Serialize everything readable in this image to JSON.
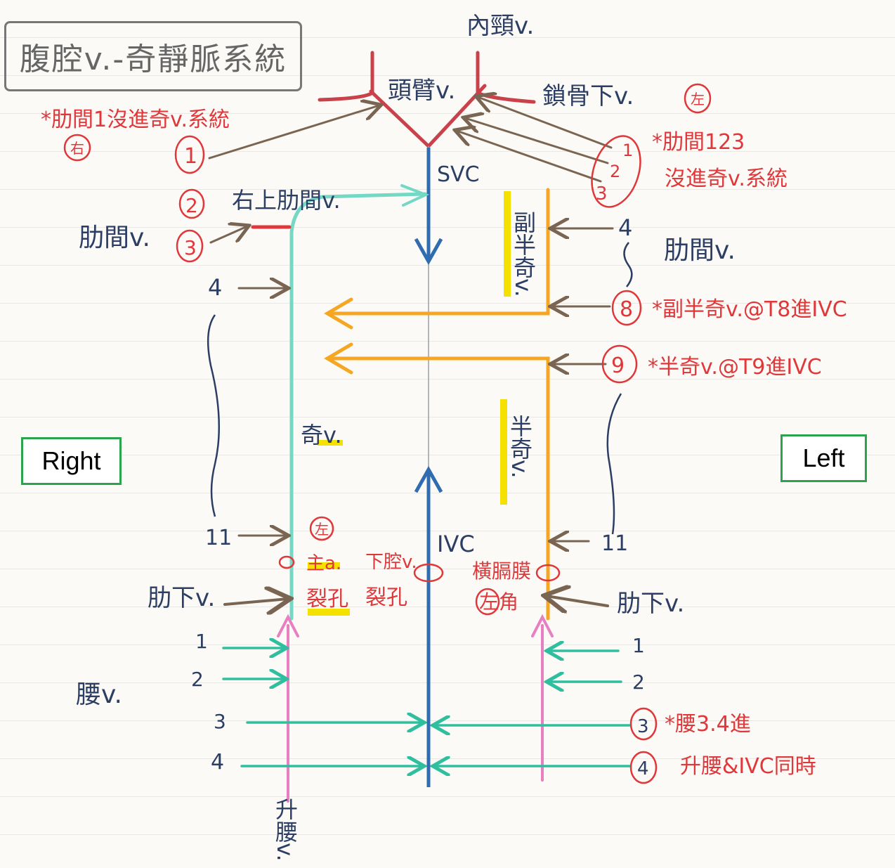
{
  "title": "腹腔v.-奇靜脈系統",
  "orientation": {
    "right": "Right",
    "left": "Left"
  },
  "labels": {
    "internal_jugular": "內頸v.",
    "brachiocephalic": "頭臂v.",
    "subclavian": "鎖骨下v.",
    "svc": "SVC",
    "ivc": "IVC",
    "right_superior_intercostal": "右上肋間v.",
    "intercostal_right": "肋間v.",
    "intercostal_left": "肋間v.",
    "accessory_hemiazygos": "副半奇v.",
    "hemiazygos": "半奇v.",
    "azygos": "奇v.",
    "subcostal_right": "肋下v.",
    "subcostal_left": "肋下v.",
    "lumbar": "腰v.",
    "ascending_lumbar": "升腰v.",
    "aortic_hiatus_a": "主a.",
    "aortic_hiatus_b": "裂孔",
    "ivc_hiatus_a": "下腔v.",
    "ivc_hiatus_b": "裂孔",
    "diaphragm_a": "橫膈膜",
    "diaphragm_b": "左角",
    "left_mark": "左"
  },
  "notes": {
    "right_ic1": "*肋間1沒進奇v.系統",
    "right_ic1_side": "右",
    "left_ic123_side": "左",
    "left_ic123_a": "*肋間123",
    "left_ic123_b": "沒進奇v.系統",
    "accessory_t8": "*副半奇v.@T8進IVC",
    "hemiazygos_t9": "*半奇v.@T9進IVC",
    "lumbar34_a": "*腰3.4進",
    "lumbar34_b": "升腰&IVC同時"
  },
  "numbers": {
    "right_ic": [
      "1",
      "2",
      "3"
    ],
    "right_4": "4",
    "right_11": "11",
    "left_ic": [
      "1",
      "2",
      "3"
    ],
    "left_4": "4",
    "left_8": "8",
    "left_9": "9",
    "left_11": "11",
    "lumbar_right": [
      "1",
      "2",
      "3",
      "4"
    ],
    "lumbar_left": [
      "1",
      "2",
      "3",
      "4"
    ]
  },
  "colors": {
    "jugular": "#c9424b",
    "svc_ivc": "#2f6db0",
    "azygos": "#74d8c4",
    "hemiazygos": "#f5a623",
    "ascending_lumbar": "#e77fc1",
    "lumbar": "#2fbf9f",
    "tributary": "#7a6552",
    "annotation": "#e0373a",
    "text": "#2c3e63",
    "highlight": "#f5e100",
    "box_border": "#2ca44e"
  }
}
